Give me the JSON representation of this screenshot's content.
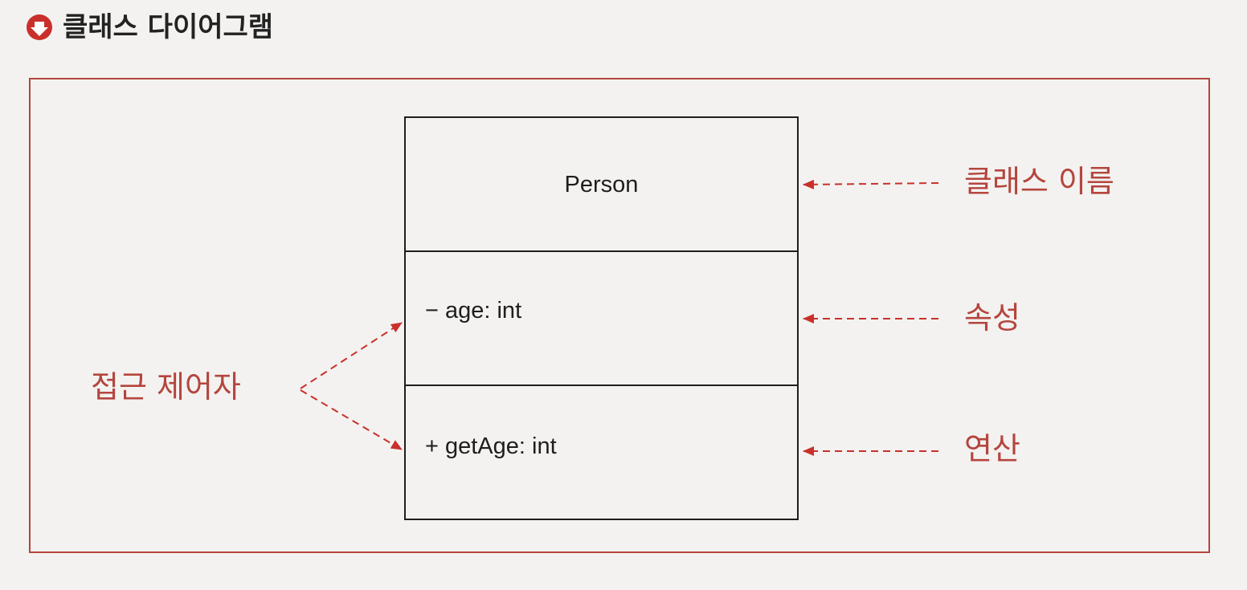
{
  "header": {
    "title": "클래스 다이어그램",
    "icon": "down-arrow-circle-icon"
  },
  "diagram": {
    "class_name": "Person",
    "attribute": "− age: int",
    "operation": "+ getAge: int"
  },
  "annotations": {
    "class_name_label": "클래스 이름",
    "attribute_label": "속성",
    "operation_label": "연산",
    "visibility_label": "접근 제어자"
  },
  "colors": {
    "accent": "#b5453e",
    "ink": "#1e1e1e",
    "background": "#f3f2f0"
  }
}
